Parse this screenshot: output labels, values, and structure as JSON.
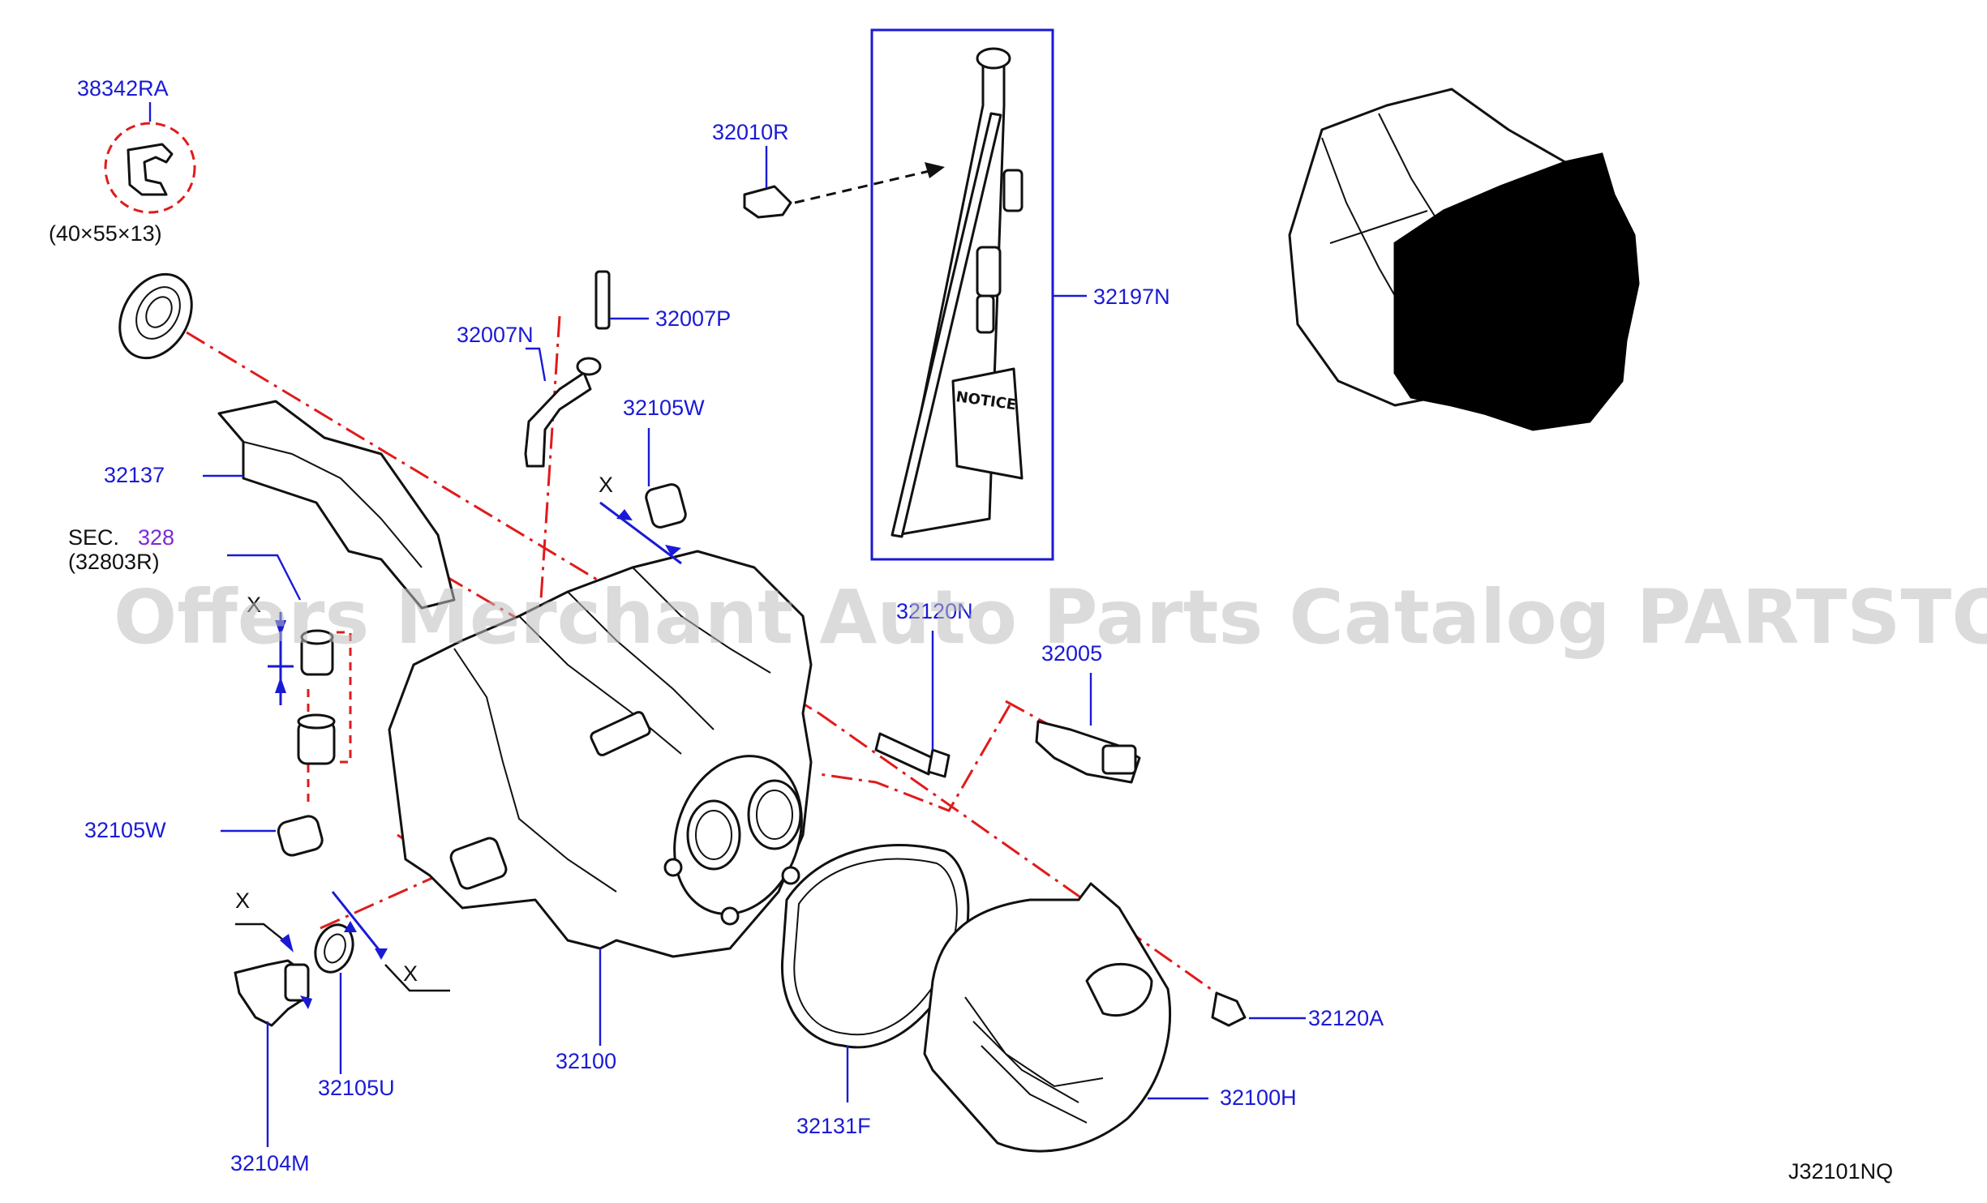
{
  "watermark": "Offers Merchant Auto Parts Catalog PARTSTORE.SA",
  "diagram_code": "J32101NQ",
  "labels": {
    "l38342RA": "38342RA",
    "seal_size": "(40×55×13)",
    "l32010R": "32010R",
    "l32197N": "32197N",
    "l32007N": "32007N",
    "l32007P": "32007P",
    "l32105W_top": "32105W",
    "l32137": "32137",
    "sec_prefix": "SEC.",
    "sec_number": "328",
    "sec_ref": "(32803R)",
    "l32120N": "32120N",
    "l32005": "32005",
    "l32105W_left": "32105W",
    "l32120A": "32120A",
    "l32100": "32100",
    "l32105U": "32105U",
    "l32104M": "32104M",
    "l32131F": "32131F",
    "l32100H": "32100H",
    "x1": "X",
    "x2": "X",
    "x3": "X",
    "x4": "X"
  },
  "notice_text": "NOTICE",
  "colors": {
    "callout_blue": "#1a1ad6",
    "centerline_red": "#e01b1b",
    "section_purple": "#7a2bd6",
    "watermark_gray": "#bdbdbd"
  }
}
